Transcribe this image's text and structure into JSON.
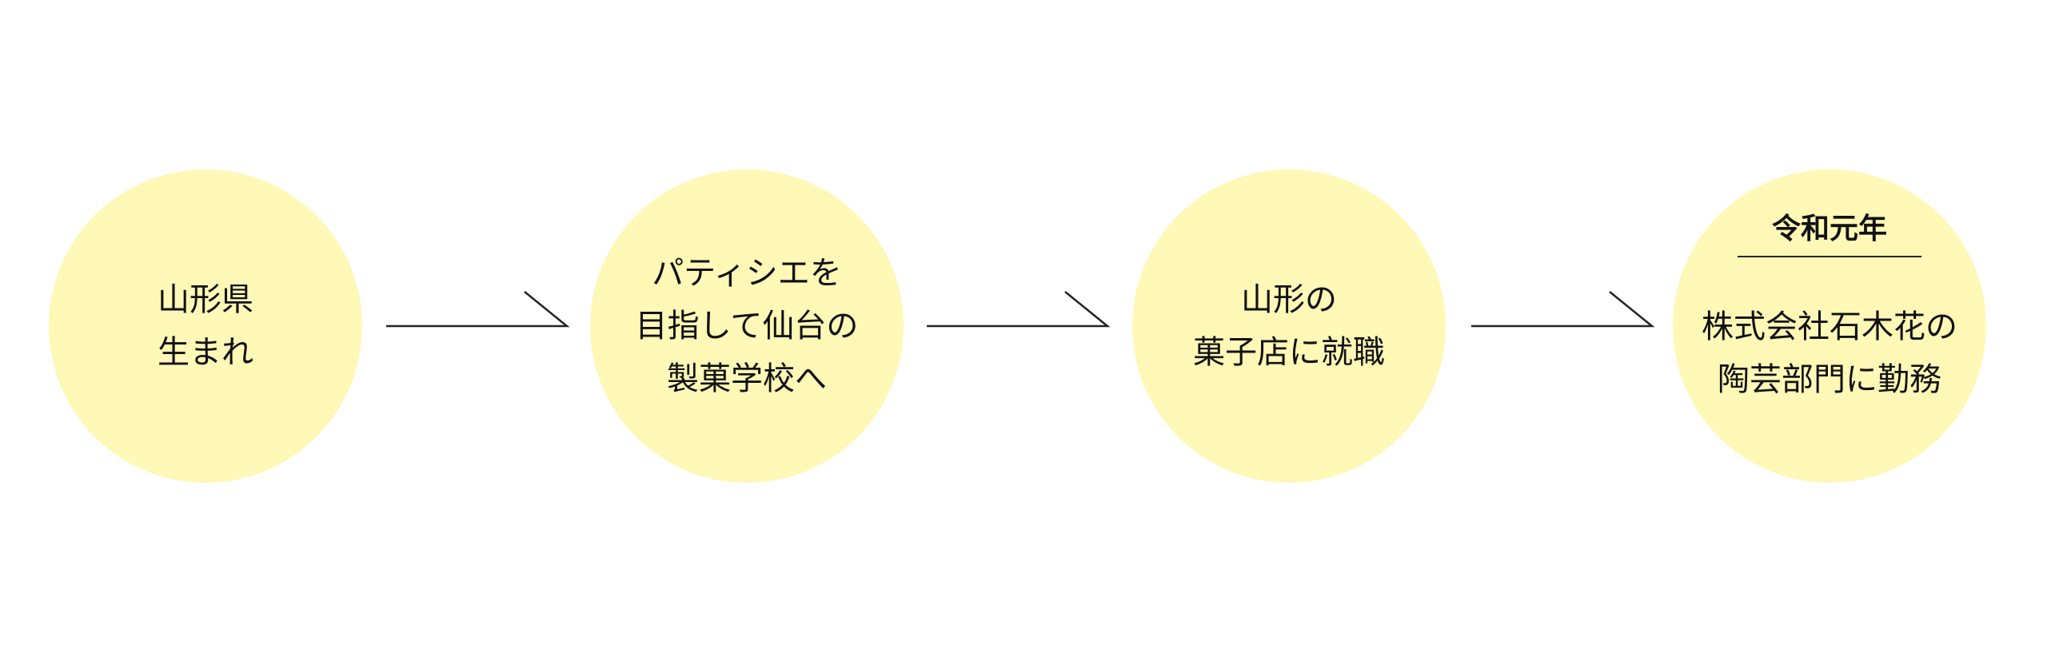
{
  "fill_color": "#FFF8B6",
  "steps": [
    {
      "lines": [
        "山形県",
        "生まれ"
      ]
    },
    {
      "lines": [
        "パティシエを",
        "目指して仙台の",
        "製菓学校へ"
      ]
    },
    {
      "lines": [
        "山形の",
        "菓子店に就職"
      ]
    },
    {
      "title": "令和元年",
      "lines": [
        "株式会社石木花の",
        "陶芸部門に勤務"
      ]
    }
  ]
}
